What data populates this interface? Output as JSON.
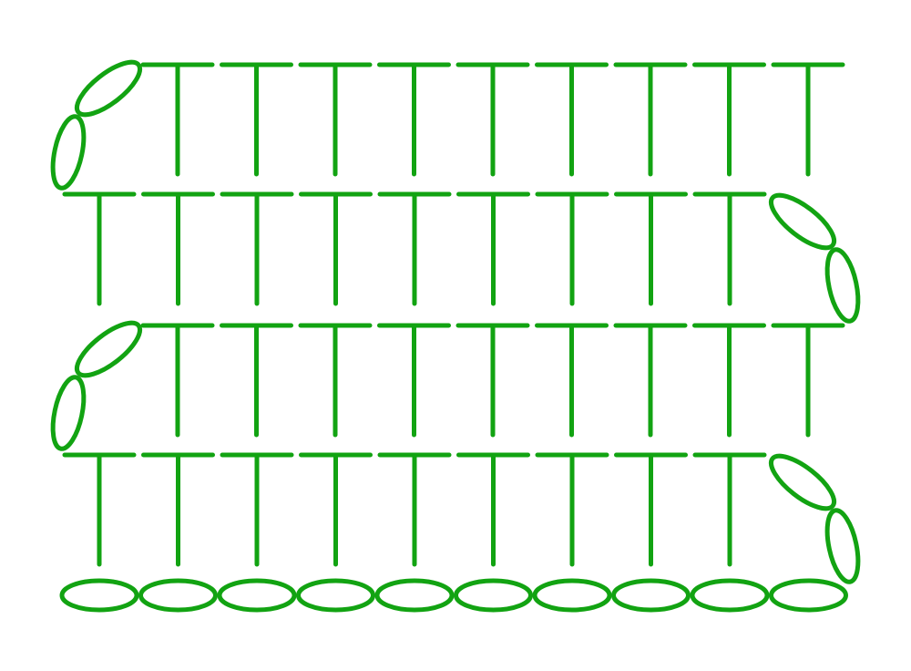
{
  "diagram": {
    "kind": "crochet-chart",
    "stroke_color": "#12a312",
    "background": "#ffffff",
    "foundation": {
      "symbol": "chain",
      "count": 10
    },
    "rows": [
      {
        "row": 1,
        "symbol": "half-double-crochet",
        "count": 9,
        "turning_chain_side": "right",
        "turning_chain_count": 2
      },
      {
        "row": 2,
        "symbol": "half-double-crochet",
        "count": 9,
        "turning_chain_side": "left",
        "turning_chain_count": 2
      },
      {
        "row": 3,
        "symbol": "half-double-crochet",
        "count": 9,
        "turning_chain_side": "right",
        "turning_chain_count": 2
      },
      {
        "row": 4,
        "symbol": "half-double-crochet",
        "count": 9,
        "turning_chain_side": "left",
        "turning_chain_count": 2
      }
    ]
  }
}
